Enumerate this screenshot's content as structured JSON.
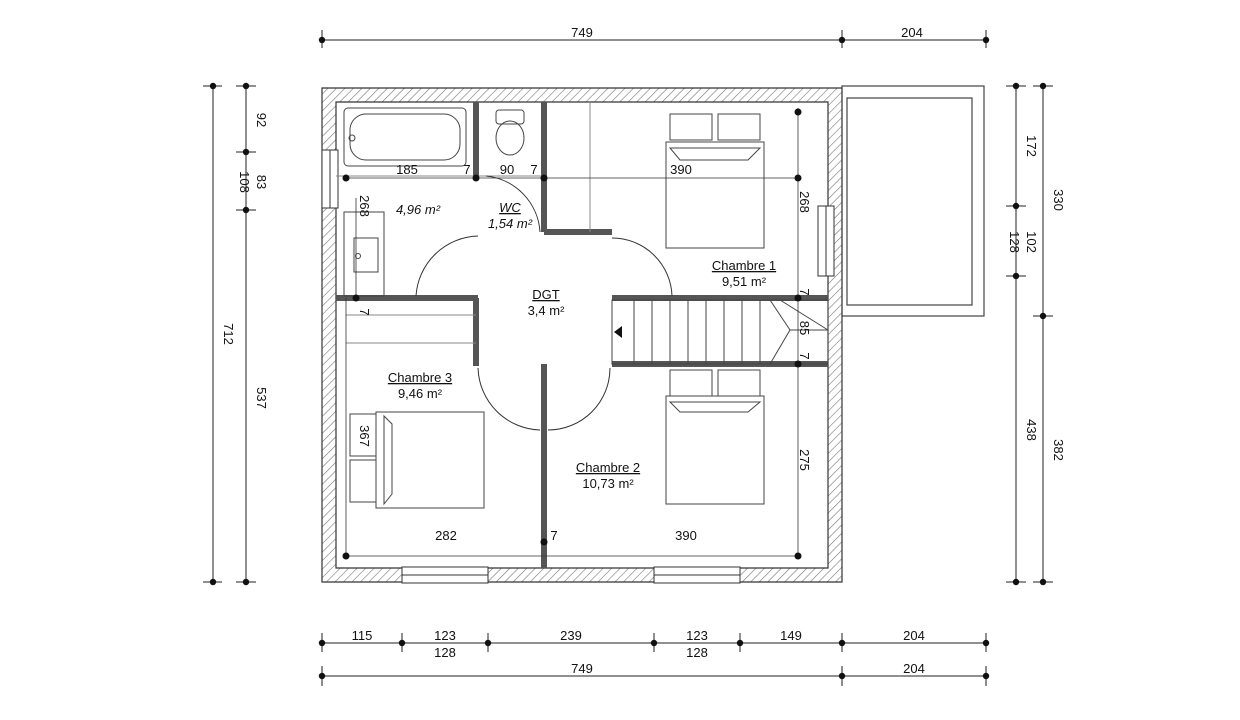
{
  "rooms": {
    "bath_area": "4,96 m²",
    "wc_name": "WC",
    "wc_area": "1,54 m²",
    "dgt_name": "DGT",
    "dgt_area": "3,4 m²",
    "ch1_name": "Chambre 1",
    "ch1_area": "9,51 m²",
    "ch2_name": "Chambre 2",
    "ch2_area": "10,73 m²",
    "ch3_name": "Chambre 3",
    "ch3_area": "9,46 m²"
  },
  "dims": {
    "top_749": "749",
    "top_204": "204",
    "left_outer_712": "712",
    "left_92": "92",
    "left_83": "83",
    "left_108": "108",
    "left_537": "537",
    "right_172": "172",
    "right_102": "102",
    "right_128": "128",
    "right_438": "438",
    "right_330": "330",
    "right_382": "382",
    "b1_115": "115",
    "b1_123a": "123",
    "b1_128a": "128",
    "b1_239": "239",
    "b1_123b": "123",
    "b1_128b": "128",
    "b1_149": "149",
    "b1_204": "204",
    "b2_749": "749",
    "b2_204": "204"
  },
  "inner": {
    "bath_185": "185",
    "bath_7": "7",
    "wc_90": "90",
    "wc_7": "7",
    "ch1_390": "390",
    "ch1_268": "268",
    "ch1_7": "7",
    "bath_268": "268",
    "ch3_7": "7",
    "stair_85": "85",
    "stair_7": "7",
    "ch3_367": "367",
    "ch2_275": "275",
    "bot_282": "282",
    "bot_7": "7",
    "bot_390": "390"
  }
}
